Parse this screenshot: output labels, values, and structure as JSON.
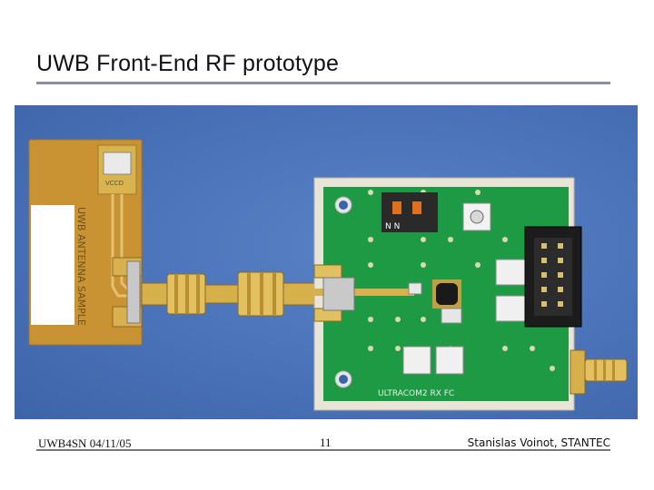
{
  "slide": {
    "title": "UWB Front-End RF prototype",
    "footer_left": "UWB4SN 04/11/05",
    "page_number": "11",
    "footer_right": "Stanislas Voinot, STANTEC"
  },
  "photo": {
    "antenna_text": "UWB ANTENNA SAMPLE",
    "chip_text": "VCCD",
    "board_label": "ULTRACOM2  RX  FC",
    "switch_text": "N  N"
  }
}
